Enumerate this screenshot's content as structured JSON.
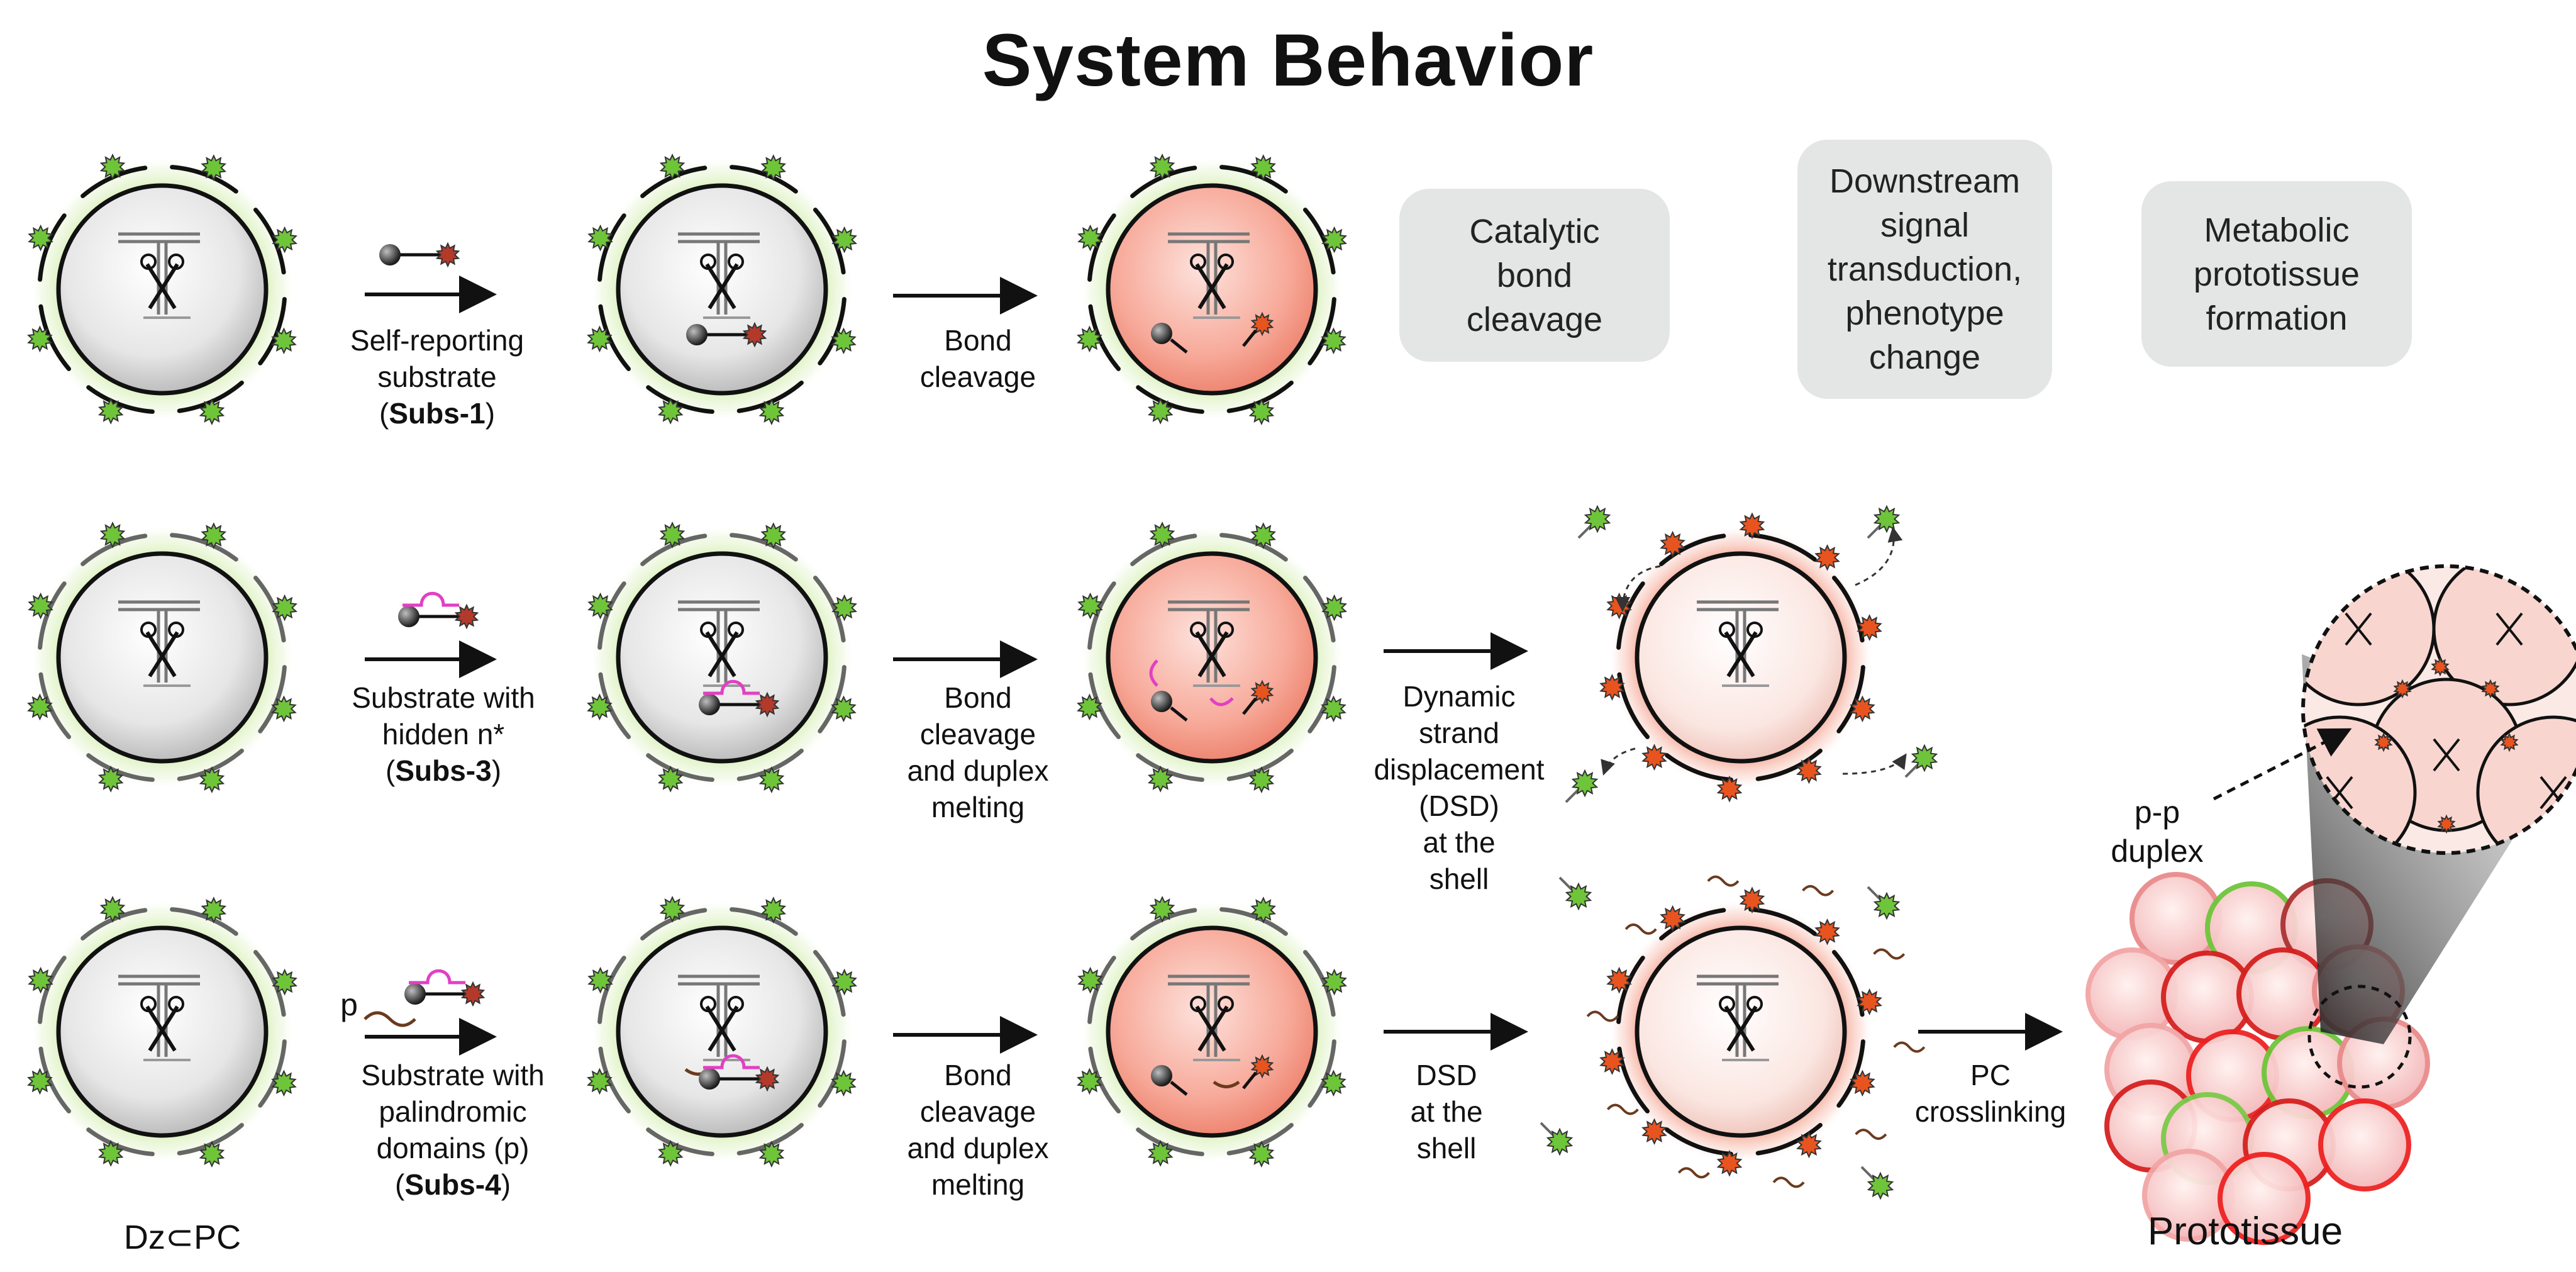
{
  "title": "System Behavior",
  "row1": {
    "substrate_line1": "Self-reporting",
    "substrate_line2": "substrate",
    "substrate_name": "Subs-1",
    "step_line1": "Bond",
    "step_line2": "cleavage"
  },
  "row2": {
    "substrate_line1": "Substrate with",
    "substrate_line2": "hidden n*",
    "substrate_name": "Subs-3",
    "step_line1": "Bond",
    "step_line2": "cleavage",
    "step_line3": "and duplex",
    "step_line4": "melting",
    "dsd_line1": "Dynamic",
    "dsd_line2": "strand",
    "dsd_line3": "displacement",
    "dsd_line4": "(DSD)",
    "dsd_line5": "at the",
    "dsd_line6": "shell"
  },
  "row3": {
    "p_label": "p",
    "substrate_line1": "Substrate with",
    "substrate_line2": "palindromic",
    "substrate_line3": "domains (p)",
    "substrate_name": "Subs-4",
    "step_line1": "Bond",
    "step_line2": "cleavage",
    "step_line3": "and duplex",
    "step_line4": "melting",
    "dsd_line1": "DSD",
    "dsd_line2": "at the",
    "dsd_line3": "shell",
    "crosslink_line1": "PC",
    "crosslink_line2": "crosslinking"
  },
  "boxes": {
    "catalytic_line1": "Catalytic",
    "catalytic_line2": "bond",
    "catalytic_line3": "cleavage",
    "downstream_line1": "Downstream",
    "downstream_line2": "signal",
    "downstream_line3": "transduction,",
    "downstream_line4": "phenotype",
    "downstream_line5": "change",
    "metabolic_line1": "Metabolic",
    "metabolic_line2": "prototissue",
    "metabolic_line3": "formation"
  },
  "pp_line1": "p-p",
  "pp_line2": "duplex",
  "dz_label": "Dz",
  "dz_symbol": "⊂",
  "pc_label": "PC",
  "prototissue_label": "Prototissue",
  "colors": {
    "green_star": "#6fc53a",
    "red_star": "#e8541f",
    "pink_core": "#f7a99a",
    "magenta_strand": "#e23fc4",
    "brown_strand": "#6b3a1f"
  }
}
